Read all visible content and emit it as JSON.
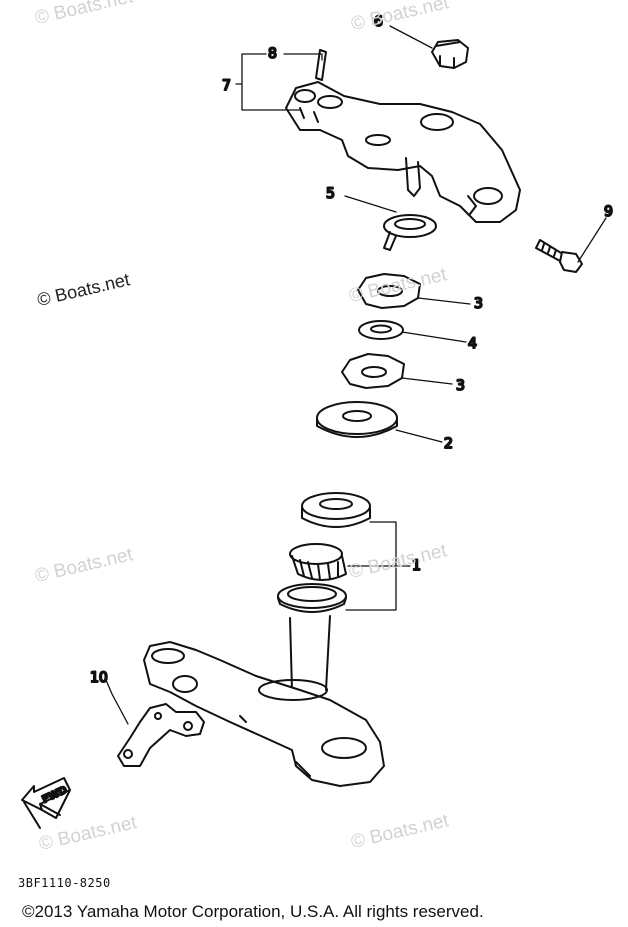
{
  "watermarks": {
    "primary": "© Boats.net",
    "faint": "© Boats.net"
  },
  "callouts": [
    "1",
    "2",
    "3",
    "3",
    "4",
    "5",
    "6",
    "7",
    "8",
    "9",
    "10"
  ],
  "arrow_label": "FWD",
  "diagram_code": "3BF1110-8250",
  "copyright": "©2013 Yamaha Motor Corporation, U.S.A. All rights reserved."
}
